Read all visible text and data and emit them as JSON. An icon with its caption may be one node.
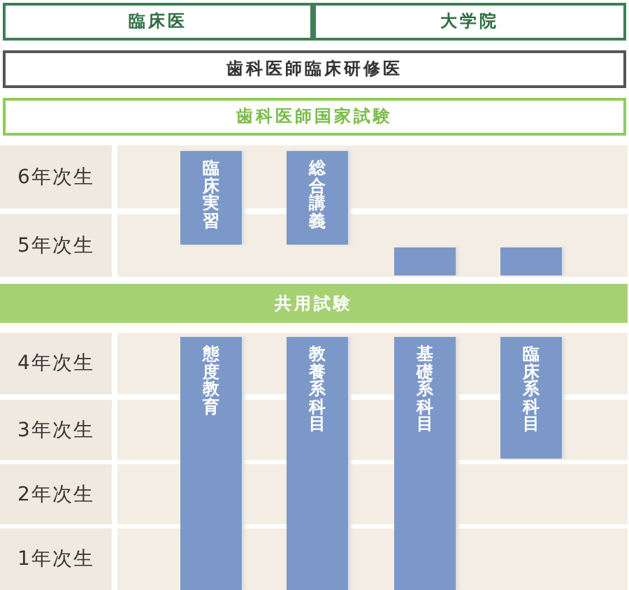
{
  "diagram": {
    "nodes": [
      {
        "text": [
          "臨床医"
        ]
      },
      {
        "text": [
          "大学院"
        ]
      },
      {
        "text": [
          "歯科医師臨床研修医"
        ]
      },
      {
        "text": [
          "歯科医師国家試験"
        ]
      },
      {
        "text": [
          "6年次生"
        ]
      },
      {
        "text": [
          "臨床実習"
        ]
      },
      {
        "text": [
          "総合講義"
        ]
      },
      {
        "text": [
          "5年次生"
        ]
      },
      {
        "text": [],
        "shape": "bar"
      },
      {
        "text": [],
        "shape": "bar"
      },
      {
        "text": [
          "共用試験"
        ]
      },
      {
        "text": [
          "4年次生"
        ]
      },
      {
        "text": [
          "態度教育"
        ]
      },
      {
        "text": [
          "教養系科目"
        ]
      },
      {
        "text": [
          "基礎系科目"
        ]
      },
      {
        "text": [
          "臨床系科目"
        ]
      },
      {
        "text": [
          "3年次生"
        ]
      },
      {
        "text": [
          "2年次生"
        ]
      },
      {
        "text": [
          "1年次生"
        ]
      }
    ]
  }
}
